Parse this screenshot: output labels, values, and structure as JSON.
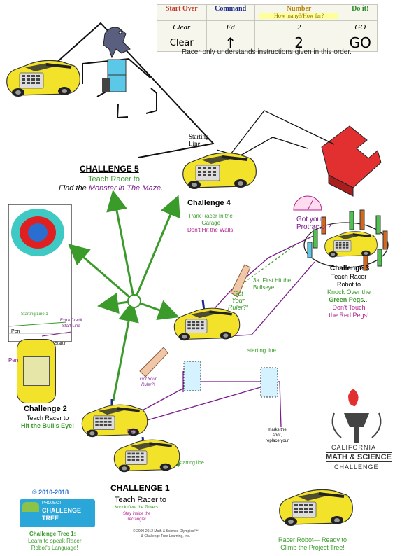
{
  "command_table": {
    "headers": {
      "start_over": "Start Over",
      "command": "Command",
      "number": "Number",
      "number_hint": "How many?/How far?",
      "do_it": "Do it!"
    },
    "row_typed": {
      "start_over": "Clear",
      "command": "Fd",
      "number": "2",
      "do_it": "GO"
    },
    "row_hand": {
      "start_over": "Clear",
      "command": "↑",
      "number": "2",
      "do_it": "GO"
    },
    "note": "Racer only understands instructions given in this order."
  },
  "challenge5": {
    "title": "CHALLENGE 5",
    "line1": "Teach Racer to",
    "line2_pre": "Find the ",
    "line2_em": "Monster in The Maze",
    "line2_post": "."
  },
  "challenge4": {
    "title": "Challenge 4",
    "line1": "Park Racer In the",
    "line2": "Garage",
    "line3": "Don't Hit the Walls!",
    "starting": "Starting",
    "line": "Line"
  },
  "challenge3": {
    "protractor": "Got your",
    "protractor2": "Protractor?",
    "title": "Challenge 3",
    "line1": "Teach Racer",
    "line2": "Robot to",
    "line3": "Knock Over the",
    "line4_em": "Green Pegs",
    "line4_post": "...",
    "line5": "Don't Touch",
    "line6": "the Red Pegs!"
  },
  "challenge3a": {
    "line1": "3a. First Hit the",
    "line2": "Bullseye..."
  },
  "center": {
    "got": "Got",
    "your": "Your",
    "ruler": "Ruler?!",
    "starting_line": "starting line"
  },
  "challenge2": {
    "starting_line_1": "Starting Line 1",
    "extra1": "Extra Credit",
    "extra2": "Start Line",
    "pen": "Pen",
    "pen2": "Pen",
    "startir": "Startir",
    "title": "Challenge 2",
    "line1": "Teach Racer to",
    "line2": "Hit the Bull's Eye!"
  },
  "challenge1": {
    "ruler1": "Got Your",
    "ruler2": "Ruler?!",
    "pen": "Pen",
    "starting_line": "starting line",
    "marks1": "marks the",
    "marks2": "spot,",
    "marks3": "replace your",
    "marks4": "...",
    "title": "CHALLENGE 1",
    "line1": "Teach Racer to",
    "line2": "Knock Over the Towers",
    "line3": "Stay inside the",
    "line4": "rectangle!"
  },
  "copyright": {
    "year": "© 2010-2018",
    "logo_small": "PROJECT",
    "logo_big1": "CHALLENGE",
    "logo_big2": "TREE",
    "tree1": "Challenge Tree 1:",
    "tree2": "Learn to speak Racer",
    "tree3": "Robot's Language!",
    "credit1": "© 2000-2012 Math & Science Olympics!™",
    "credit2": "& Challenge Tree Learning, Inc."
  },
  "california": {
    "line1": "CALIFORNIA",
    "line2": "MATH & SCIENCE",
    "line3": "CHALLENGE"
  },
  "racer": {
    "line1": "Racer Robot— Ready to",
    "line2": "Climb the Project Tree!"
  },
  "colors": {
    "car": "#f2e22a",
    "arrow": "#3a9a2a",
    "purple": "#7a1b8c",
    "green_text": "#3a9a2a",
    "magenta": "#b0228f",
    "link_blue": "#2a6fcf"
  }
}
